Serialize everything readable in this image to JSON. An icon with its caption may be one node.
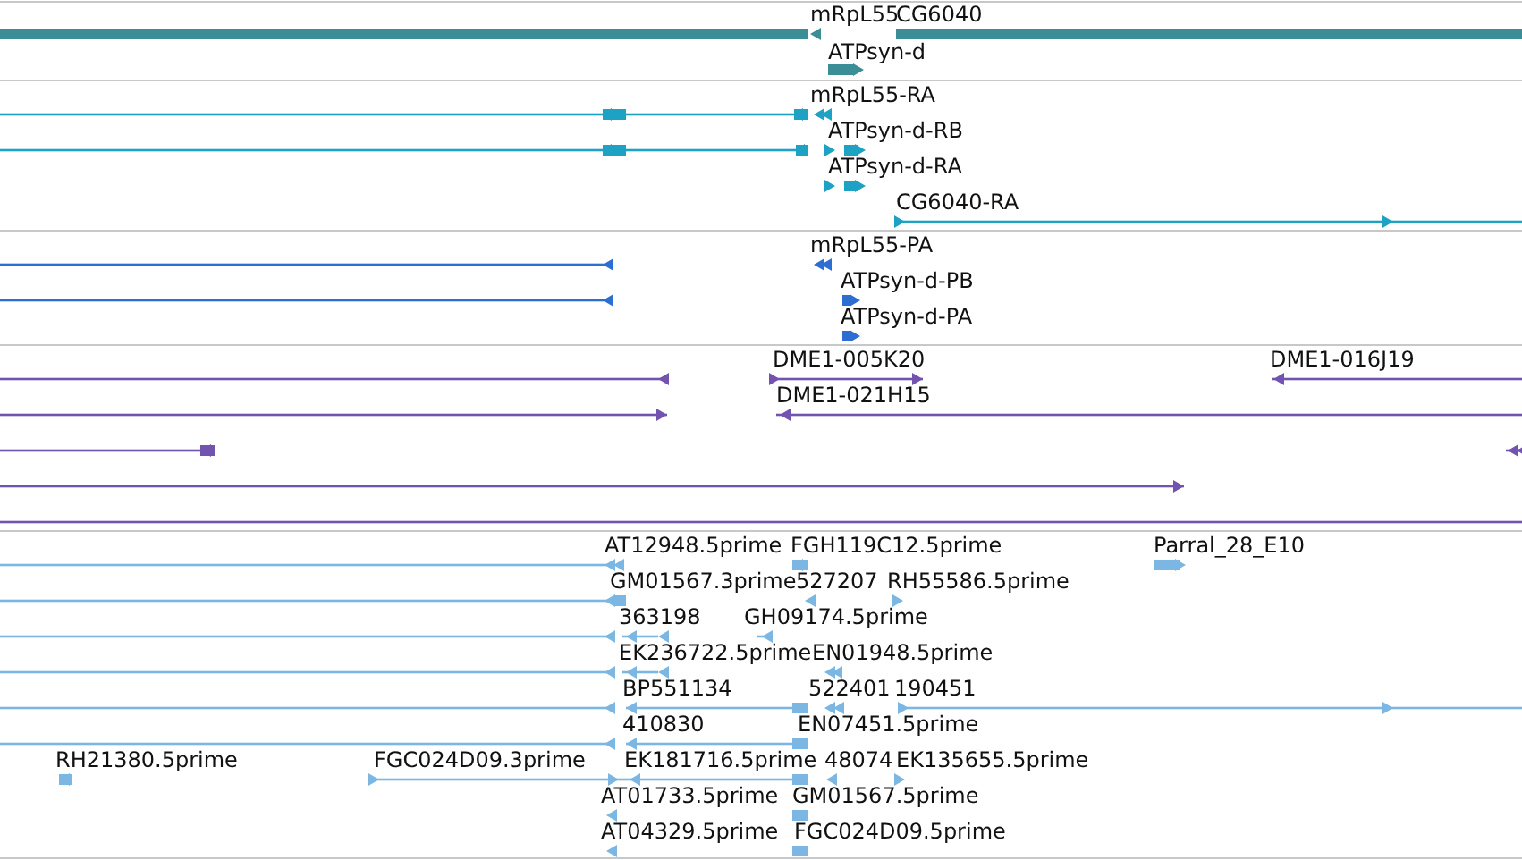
{
  "diagram": {
    "labels": [
      "mRpL55",
      "CG6040",
      "ATPsyn-d",
      "mRpL55-RA",
      "ATPsyn-d-RB",
      "ATPsyn-d-RA",
      "CG6040-RA",
      "mRpL55-PA",
      "ATPsyn-d-PB",
      "ATPsyn-d-PA",
      "DME1-005K20",
      "DME1-016J19",
      "DME1-021H15",
      "AT12948.5prime",
      "FGH119C12.5prime",
      "Parral_28_E10",
      "GM01567.3prime",
      "527207",
      "RH55586.5prime",
      "363198",
      "GH09174.5prime",
      "EK236722.5prime",
      "EN01948.5prime",
      "BP551134",
      "522401",
      "190451",
      "410830",
      "EN07451.5prime",
      "RH21380.5prime",
      "FGC024D09.3prime",
      "EK181716.5prime",
      "48074",
      "EK135655.5prime",
      "AT01733.5prime",
      "GM01567.5prime",
      "AT04329.5prime",
      "FGC024D09.5prime"
    ]
  }
}
